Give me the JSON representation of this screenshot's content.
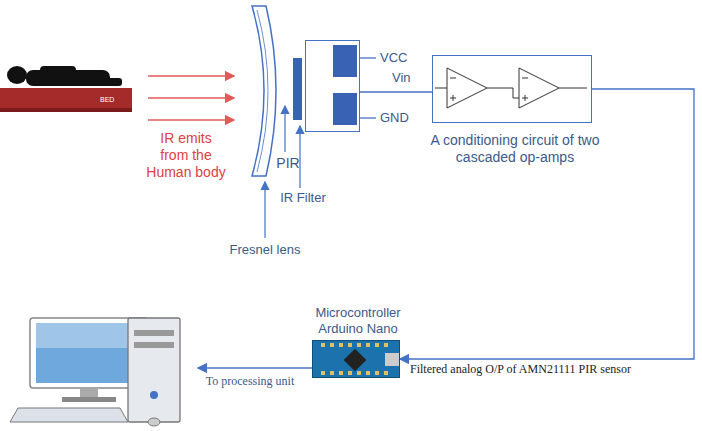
{
  "diagram": {
    "nodes": [
      {
        "text": [
          "PIR"
        ]
      },
      {
        "text": [
          "A conditioning circuit of two cascaded op-amps"
        ]
      },
      {
        "text": [
          "Microcontroller Arduino Nano"
        ]
      }
    ],
    "edges": [
      {
        "from": 0,
        "to": 1,
        "arrow": "none",
        "label": "Vin"
      },
      {
        "from": 1,
        "to": 2,
        "arrow": "to",
        "label": "Filtered analog O/P of AMN21111 PIR sensor"
      }
    ],
    "labels": [
      "BED",
      "IR emits from the Human body",
      "IR Filter",
      "Fresnel lens",
      "VCC",
      "GND",
      "To processing unit"
    ]
  }
}
